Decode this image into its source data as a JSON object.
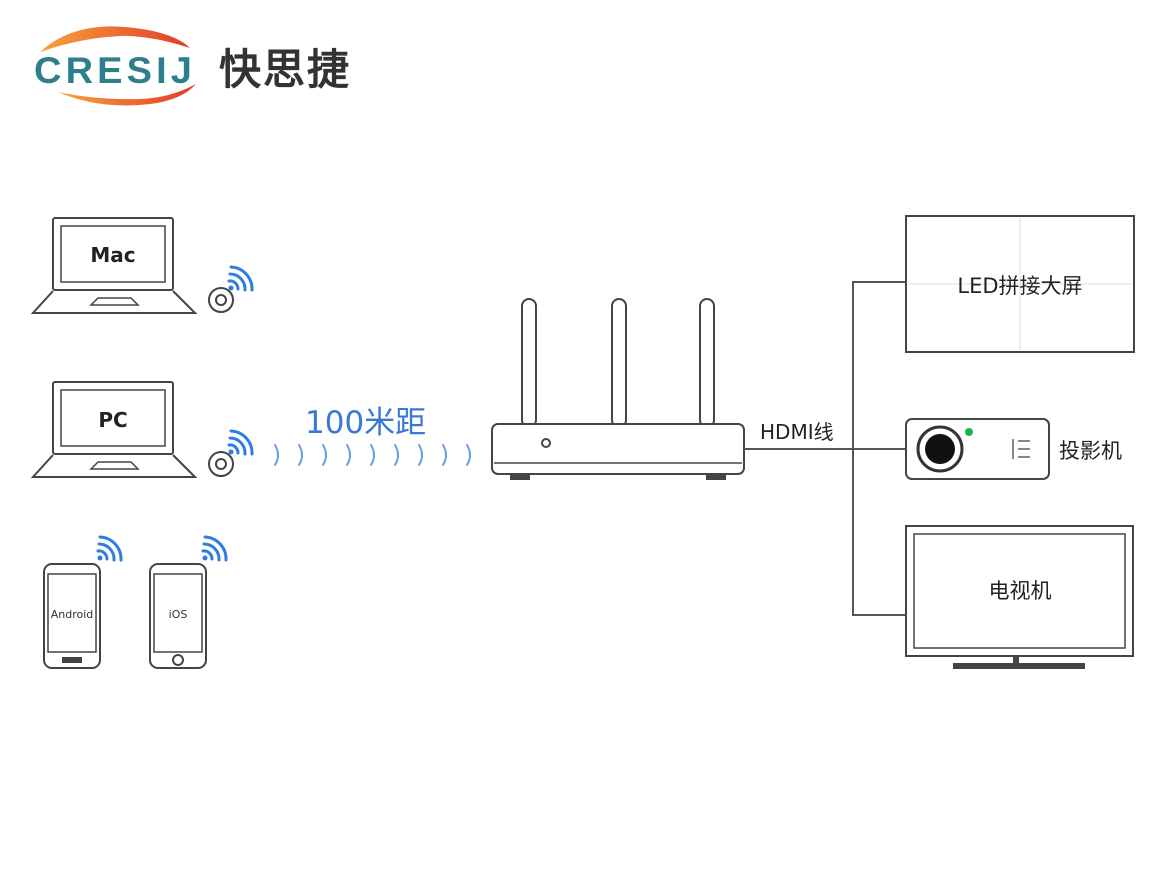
{
  "brand": {
    "logo_text": "CRESIJ",
    "name_cn": "快思捷",
    "colors": {
      "teal": "#2e7f8c",
      "orange": "#f0801e",
      "red": "#e23c2a",
      "dark": "#333333"
    }
  },
  "signal": {
    "range_label": "100米距",
    "color": "#3a78d8"
  },
  "sources": {
    "mac_label": "Mac",
    "pc_label": "PC",
    "android_label": "Android",
    "ios_label": "iOS"
  },
  "router": {
    "icon": "router-icon"
  },
  "connection": {
    "label": "HDMI线"
  },
  "outputs": {
    "led_label": "LED拼接大屏",
    "projector_label": "投影机",
    "tv_label": "电视机"
  }
}
